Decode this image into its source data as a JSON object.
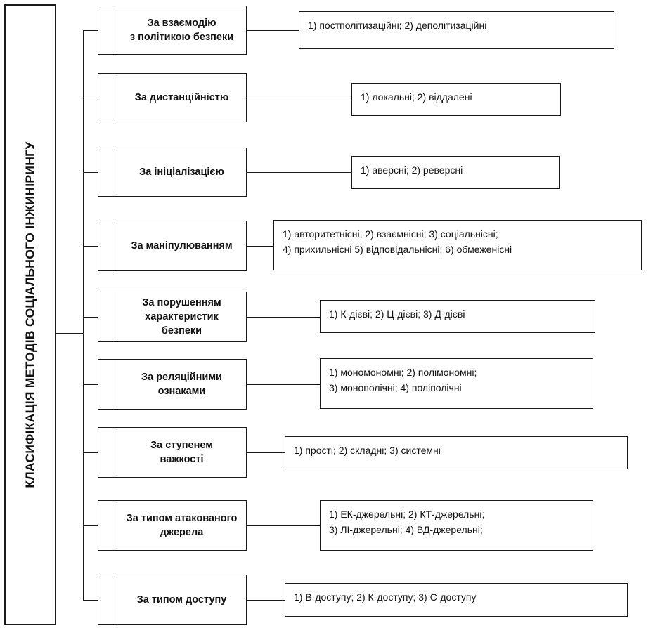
{
  "root_label": "КЛАСИФІКАЦІЯ МЕТОДІВ СОЦІАЛЬНОГО ІНЖИНІРИНГУ",
  "items": [
    {
      "category": "За взаємодію\nз політикою безпеки",
      "values": "1) постполітизаційні; 2) деполітизаційні"
    },
    {
      "category": "За дистанційністю",
      "values": "1) локальні; 2) віддалені"
    },
    {
      "category": "За ініціалізацією",
      "values": "1) аверсні; 2) реверсні"
    },
    {
      "category": "За маніпулюванням",
      "values": "1) авторитетнісні; 2) взаємнісні; 3) соціальнісні;\n4) прихильнісні 5) відповідальнісні; 6) обмеженісні"
    },
    {
      "category": "За порушенням\nхарактеристик\nбезпеки",
      "values": "1) К-дієві; 2) Ц-дієві; 3) Д-дієві"
    },
    {
      "category": "За реляційними\nознаками",
      "values": "1) мономономні; 2) полімономні;\n3) монополічні; 4) поліполічні"
    },
    {
      "category": "За ступенем\nважкості",
      "values": "1) прості; 2) складні; 3) системні"
    },
    {
      "category": "За типом атакованого\nджерела",
      "values": "1) ЕК-джерельні; 2) КТ-джерельні;\n3) ЛІ-джерельні; 4) ВД-джерельні;"
    },
    {
      "category": "За типом доступу",
      "values": "1) В-доступу; 2) К-доступу; 3) С-доступу"
    }
  ]
}
